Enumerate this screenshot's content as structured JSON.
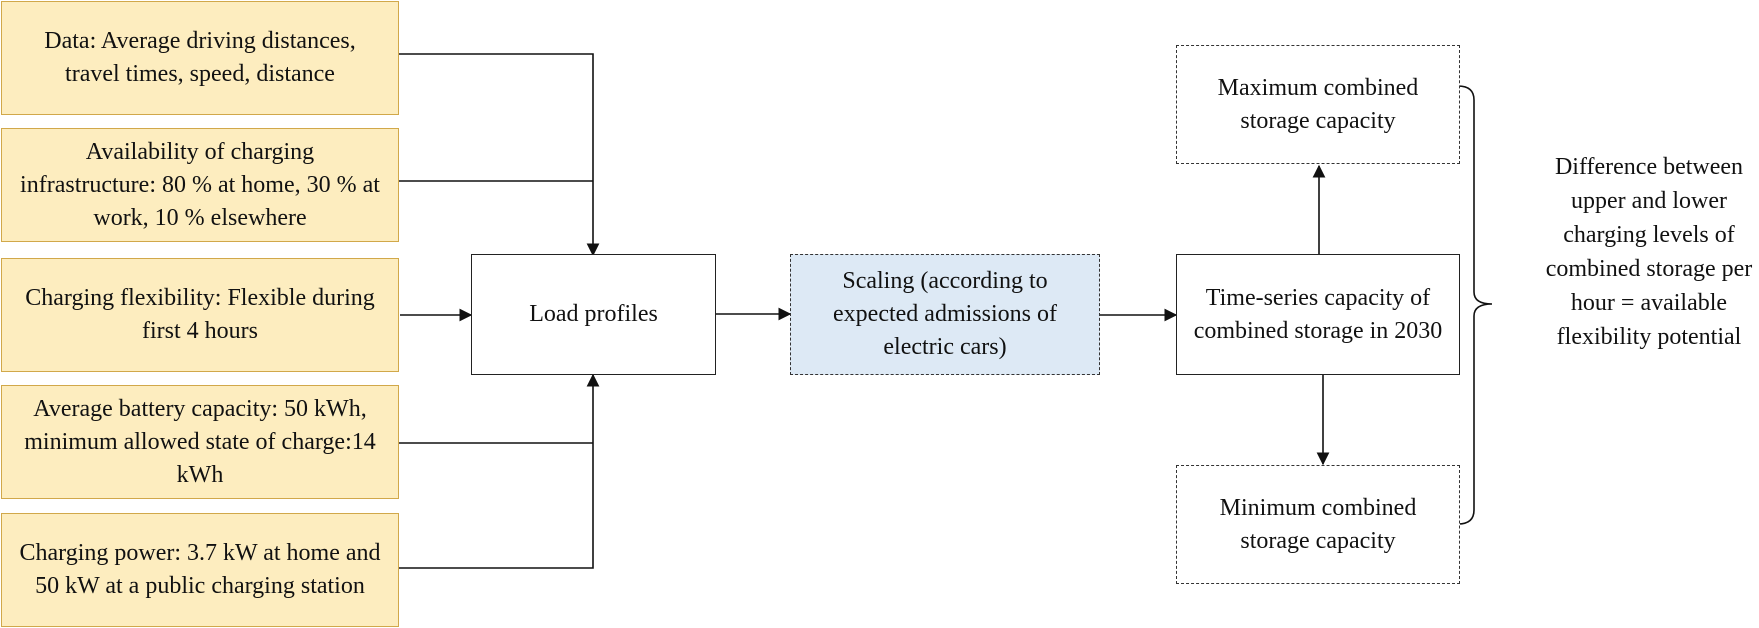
{
  "inputs": [
    "Data: Average driving distances, travel times, speed, distance",
    "Availability of charging infrastructure: 80 % at home, 30 % at work, 10 % elsewhere",
    "Charging flexibility: Flexible during first 4 hours",
    "Average battery capacity: 50 kWh, minimum allowed state of charge:14 kWh",
    "Charging power: 3.7 kW at home and 50 kW at a public charging station"
  ],
  "load_profiles": "Load profiles",
  "scaling": "Scaling (according to expected admissions of electric cars)",
  "time_series": "Time-series capacity of combined storage in 2030",
  "max_capacity": "Maximum combined storage capacity",
  "min_capacity": "Minimum combined storage capacity",
  "difference_note": "Difference between upper and lower charging levels of combined storage per hour = available flexibility potential",
  "colors": {
    "input_fill": "#fdedbf",
    "input_border": "#d1a84a",
    "scaling_fill": "#dde9f5"
  }
}
